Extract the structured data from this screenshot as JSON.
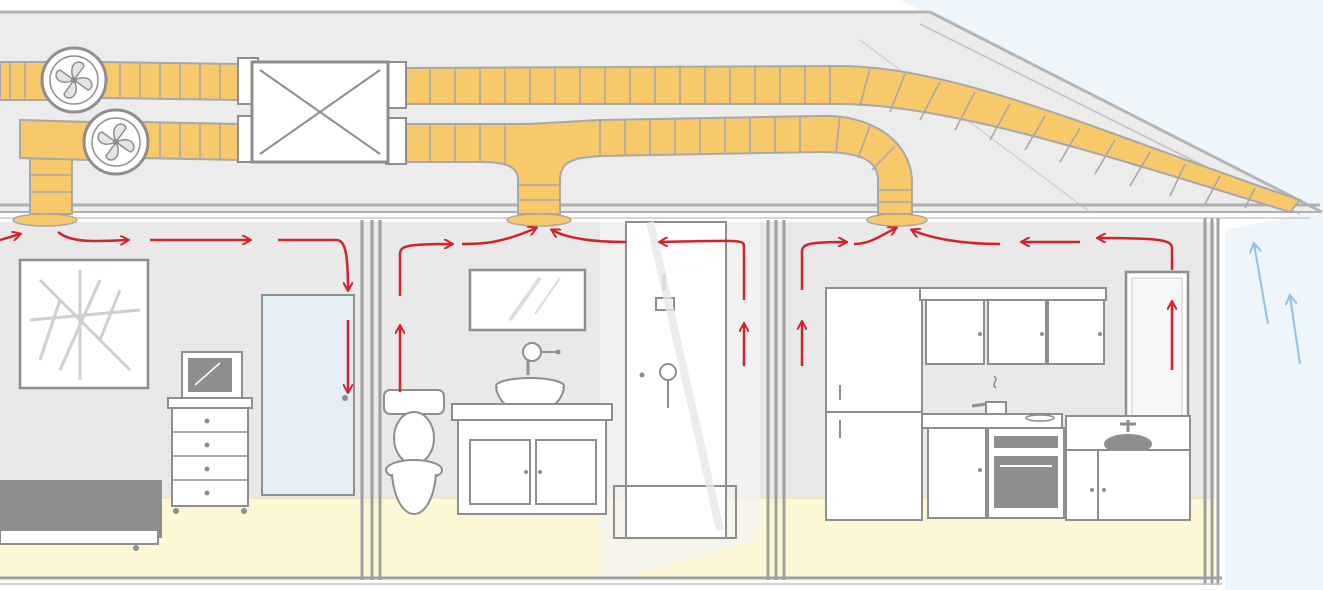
{
  "diagram": {
    "subject": "house-ventilation-airflow",
    "components": [
      {
        "name": "exhaust-fan",
        "icon": "fan-icon"
      },
      {
        "name": "supply-fan",
        "icon": "fan-icon"
      },
      {
        "name": "heat-recovery-unit",
        "icon": "box-x-icon"
      },
      {
        "name": "ducts",
        "icon": "duct-icon"
      },
      {
        "name": "ceiling-vents",
        "icon": "vent-icon",
        "count": 3
      },
      {
        "name": "airflow-arrows",
        "icon": "arrow-icon"
      }
    ],
    "rooms": [
      {
        "name": "bedroom",
        "items": [
          "window",
          "tv",
          "dresser",
          "bed",
          "door"
        ]
      },
      {
        "name": "bathroom",
        "items": [
          "toilet",
          "mirror",
          "faucet",
          "sink",
          "vanity",
          "shower"
        ]
      },
      {
        "name": "kitchen",
        "items": [
          "refrigerator",
          "wall-cabinets",
          "cooktop",
          "oven",
          "sink",
          "window"
        ]
      }
    ]
  },
  "colors": {
    "duct": "#f8c96a",
    "duct_line": "#a8a8a8",
    "attic": "#ececec",
    "wall": "#e9e9e9",
    "floor": "#fdf7d6",
    "airflow_arrow": "#d4222b",
    "outside_air": "#8fc3e6",
    "sky": "#eef6fb",
    "fixture_outline": "#8e8e8e"
  }
}
